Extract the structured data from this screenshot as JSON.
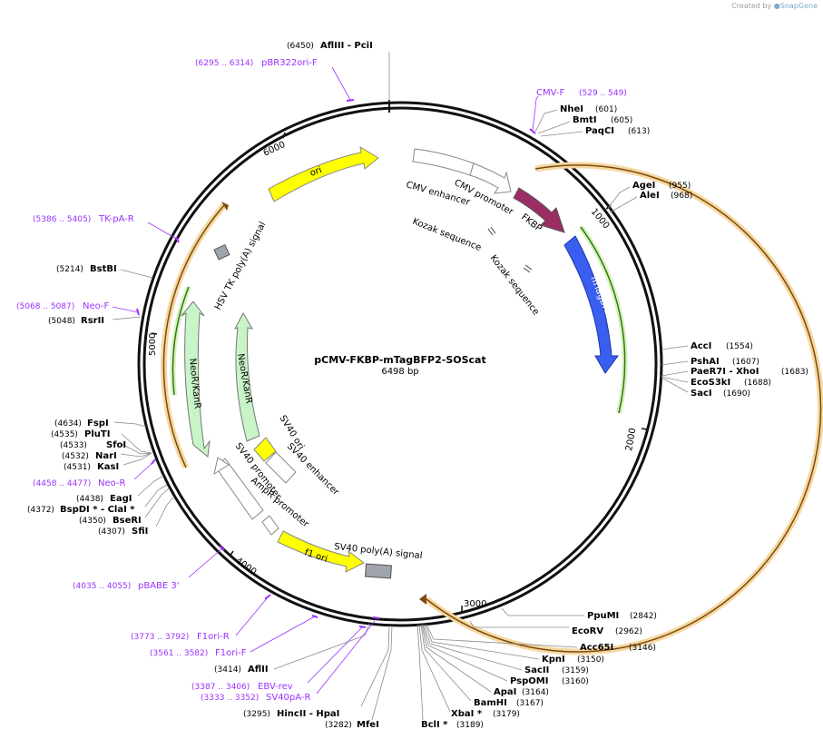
{
  "credit": {
    "prefix": "Created by",
    "brand": "SnapGene"
  },
  "plasmid": {
    "name": "pCMV-FKBP-mTagBFP2-SOScat",
    "size": "6498 bp"
  },
  "ticks": [
    "1000",
    "2000",
    "3000",
    "4000",
    "5000",
    "6000"
  ],
  "features": [
    {
      "label": "ori"
    },
    {
      "label": "CMV enhancer"
    },
    {
      "label": "CMV promoter"
    },
    {
      "label": "FKBP"
    },
    {
      "label": "Kozak sequence"
    },
    {
      "label": "Kozak sequence"
    },
    {
      "label": "mTagBFP2"
    },
    {
      "label": "HSV TK poly(A) signal"
    },
    {
      "label": "NeoR/KanR"
    },
    {
      "label": "NeoR/KanR"
    },
    {
      "label": "SV40 ori"
    },
    {
      "label": "SV40 enhancer"
    },
    {
      "label": "SV40 promoter"
    },
    {
      "label": "AmpR promoter"
    },
    {
      "label": "f1 ori"
    },
    {
      "label": "SV40 poly(A) signal"
    }
  ],
  "sites": [
    {
      "name": "AflIII  - PciI",
      "pos": "(6450)"
    },
    {
      "name": "NheI",
      "pos": "(601)"
    },
    {
      "name": "BmtI",
      "pos": "(605)"
    },
    {
      "name": "PaqCI",
      "pos": "(613)"
    },
    {
      "name": "AgeI",
      "pos": "(955)"
    },
    {
      "name": "AleI",
      "pos": "(968)"
    },
    {
      "name": "AccI",
      "pos": "(1554)"
    },
    {
      "name": "PshAI",
      "pos": "(1607)"
    },
    {
      "name": "PaeR7I  - XhoI",
      "pos": "(1683)"
    },
    {
      "name": "EcoS3kI",
      "pos": "(1688)"
    },
    {
      "name": "SacI",
      "pos": "(1690)"
    },
    {
      "name": "PpuMI",
      "pos": "(2842)"
    },
    {
      "name": "EcoRV",
      "pos": "(2962)"
    },
    {
      "name": "Acc65I",
      "pos": "(3146)"
    },
    {
      "name": "KpnI",
      "pos": "(3150)"
    },
    {
      "name": "SacII",
      "pos": "(3159)"
    },
    {
      "name": "PspOMI",
      "pos": "(3160)"
    },
    {
      "name": "ApaI",
      "pos": "(3164)"
    },
    {
      "name": "BamHI",
      "pos": "(3167)"
    },
    {
      "name": "XbaI *",
      "pos": "(3179)"
    },
    {
      "name": "BclI *",
      "pos": "(3189)"
    },
    {
      "name": "MfeI",
      "pos": "(3282)"
    },
    {
      "name": "HincII  - HpaI",
      "pos": "(3295)"
    },
    {
      "name": "AflII",
      "pos": "(3414)"
    },
    {
      "name": "SfiI",
      "pos": "(4307)"
    },
    {
      "name": "BseRI",
      "pos": "(4350)"
    },
    {
      "name": "BspDI *  - ClaI *",
      "pos": "(4372)"
    },
    {
      "name": "EagI",
      "pos": "(4438)"
    },
    {
      "name": "KasI",
      "pos": "(4531)"
    },
    {
      "name": "NarI",
      "pos": "(4532)"
    },
    {
      "name": "SfoI",
      "pos": "(4533)"
    },
    {
      "name": "PluTI",
      "pos": "(4535)"
    },
    {
      "name": "FspI",
      "pos": "(4634)"
    },
    {
      "name": "RsrII",
      "pos": "(5048)"
    },
    {
      "name": "BstBI",
      "pos": "(5214)"
    }
  ],
  "primers": [
    {
      "name": "pBR322ori-F",
      "pos": "(6295 .. 6314)"
    },
    {
      "name": "CMV-F",
      "pos": "(529 .. 549)"
    },
    {
      "name": "TK-pA-R",
      "pos": "(5386 .. 5405)"
    },
    {
      "name": "Neo-F",
      "pos": "(5068 .. 5087)"
    },
    {
      "name": "Neo-R",
      "pos": "(4458 .. 4477)"
    },
    {
      "name": "pBABE 3'",
      "pos": "(4035 .. 4055)"
    },
    {
      "name": "F1ori-R",
      "pos": "(3773 .. 3792)"
    },
    {
      "name": "F1ori-F",
      "pos": "(3561 .. 3582)"
    },
    {
      "name": "EBV-rev",
      "pos": "(3387 .. 3406)"
    },
    {
      "name": "SV40pA-R",
      "pos": "(3333 .. 3352)"
    }
  ]
}
